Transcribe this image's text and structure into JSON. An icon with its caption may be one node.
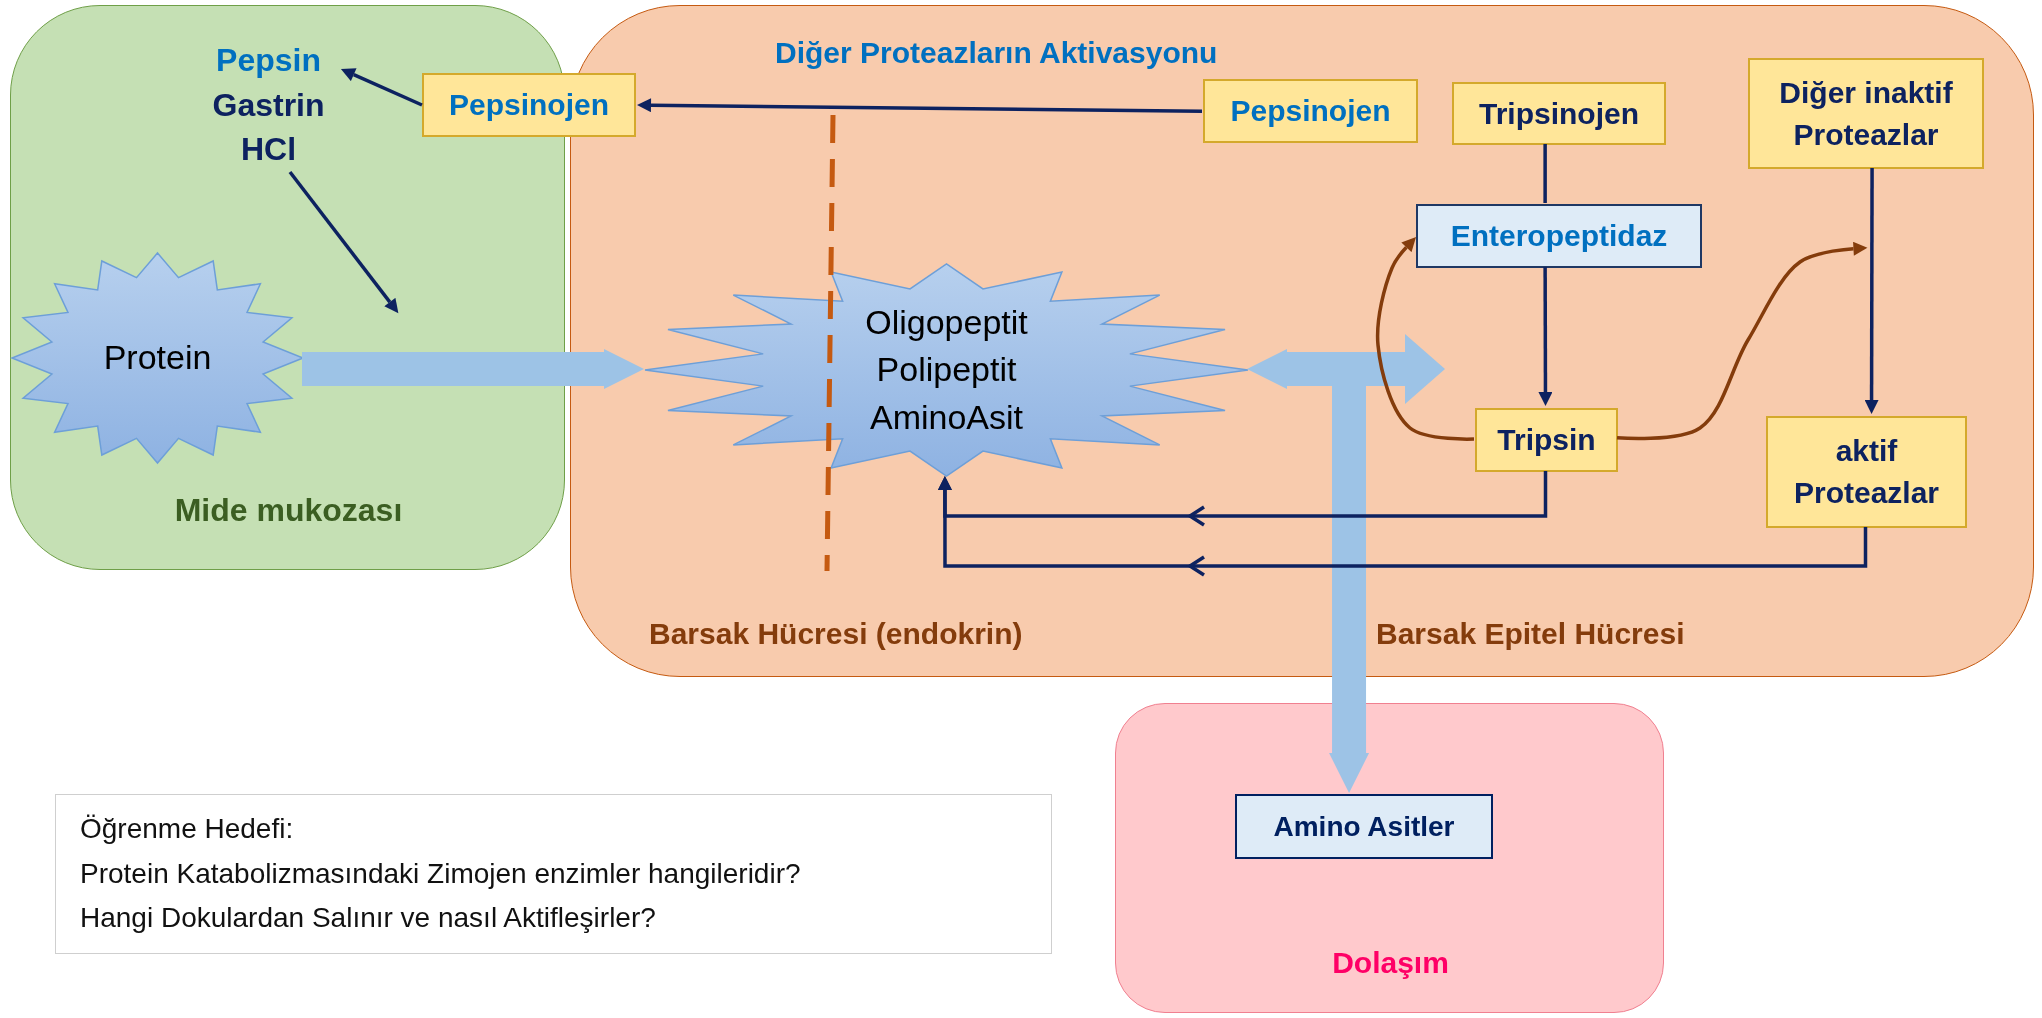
{
  "diagram": {
    "nodes": [
      {
        "text": [
          "Mide mukozası"
        ]
      },
      {
        "text": [
          "Pepsin",
          "Gastrin",
          "HCl"
        ],
        "in": 0
      },
      {
        "text": [
          "Pepsinojen"
        ]
      },
      {
        "text": [
          "Protein"
        ],
        "in": 0
      },
      {
        "text": [
          "Diğer Proteazların Aktivasyonu",
          "Barsak Hücresi (endokrin)",
          "Barsak Epitel Hücresi"
        ]
      },
      {
        "text": [
          "Oligopeptit",
          "Polipeptit",
          "AminoAsit"
        ],
        "in": 4
      },
      {
        "text": [
          "Pepsinojen"
        ],
        "in": 4
      },
      {
        "text": [
          "Tripsinojen"
        ],
        "in": 4
      },
      {
        "text": [
          "Diğer inaktif Proteazlar"
        ],
        "in": 4
      },
      {
        "text": [
          "Enteropeptidaz"
        ],
        "in": 4
      },
      {
        "text": [
          "Tripsin"
        ],
        "in": 4
      },
      {
        "text": [
          "aktif Proteazlar"
        ],
        "in": 4
      },
      {
        "text": [
          "Dolaşım"
        ]
      },
      {
        "text": [
          "Amino Asitler"
        ],
        "in": 12
      },
      {
        "text": [
          "Öğrenme Hedefi:",
          "Protein Katabolizmasındaki Zimojen enzimler hangileridir?",
          "Hangi Dokulardan Salınır ve nasıl Aktifleşirler?"
        ]
      }
    ],
    "edges": [
      {
        "from": 6,
        "to": 2,
        "arrow": "to"
      },
      {
        "from": 2,
        "to": 1,
        "arrow": "to"
      },
      {
        "from": 1,
        "to": null,
        "arrow": "to"
      },
      {
        "from": 3,
        "to": 5,
        "arrow": "to",
        "style": "thick",
        "color": "#9dc3e6"
      },
      {
        "from": 5,
        "to": 13,
        "arrow": "both",
        "style": "thick",
        "color": "#9dc3e6"
      },
      {
        "from": 7,
        "to": 9,
        "arrow": "none"
      },
      {
        "from": 9,
        "to": 10,
        "arrow": "to"
      },
      {
        "from": 10,
        "to": 9,
        "arrow": "to",
        "color": "#843c0c"
      },
      {
        "from": 10,
        "to": null,
        "arrow": "to",
        "color": "#843c0c"
      },
      {
        "from": 8,
        "to": 11,
        "arrow": "to"
      },
      {
        "from": 10,
        "to": 5,
        "arrow": "to"
      },
      {
        "from": 11,
        "to": 5,
        "arrow": "to"
      }
    ]
  }
}
